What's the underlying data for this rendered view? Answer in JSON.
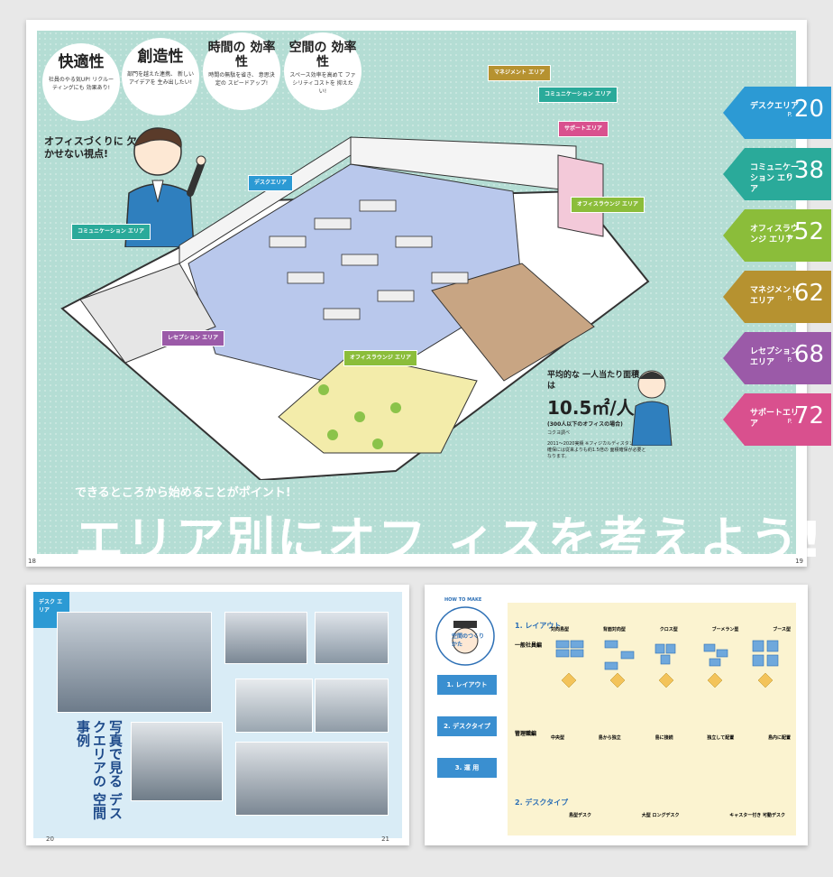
{
  "top_spread": {
    "bubbles": [
      {
        "title": "快適性",
        "text": "社員のやる気UP! リクルーティングにも 効果あり!"
      },
      {
        "title": "創造性",
        "text": "部門を越えた連携、 新しいアイデアを 生み出したい!"
      },
      {
        "title": "時間の 効率性",
        "text": "時間の無駄を省き、 意思決定の スピードアップ!"
      },
      {
        "title": "空間の 効率性",
        "text": "スペース効率を高めて ファシリティコストを 抑えたい!"
      }
    ],
    "viewpoint": "オフィスづくりに 欠かせない視点!",
    "tabs": [
      {
        "name": "デスクエリア",
        "page_prefix": "P.",
        "page": "20",
        "color": "#2c9ad4"
      },
      {
        "name": "コミュニケーション エリア",
        "page_prefix": "P.",
        "page": "38",
        "color": "#2aaa9a"
      },
      {
        "name": "オフィスラウンジ エリア",
        "page_prefix": "P.",
        "page": "52",
        "color": "#8bbd3a"
      },
      {
        "name": "マネジメント エリア",
        "page_prefix": "P.",
        "page": "62",
        "color": "#b69230"
      },
      {
        "name": "レセプション エリア",
        "page_prefix": "P.",
        "page": "68",
        "color": "#9b5aa8"
      },
      {
        "name": "サポートエリア",
        "page_prefix": "P.",
        "page": "72",
        "color": "#d9508e"
      }
    ],
    "flags": [
      {
        "label": "マネジメント エリア",
        "color": "#b69230"
      },
      {
        "label": "コミュニケーション エリア",
        "color": "#2aaa9a"
      },
      {
        "label": "サポートエリア",
        "color": "#d9508e"
      },
      {
        "label": "デスクエリア",
        "color": "#2c9ad4"
      },
      {
        "label": "オフィスラウンジ エリア",
        "color": "#8bbd3a"
      },
      {
        "label": "コミュニケーション エリア",
        "color": "#2aaa9a"
      },
      {
        "label": "レセプション エリア",
        "color": "#9b5aa8"
      },
      {
        "label": "オフィスラウンジ エリア",
        "color": "#8bbd3a"
      }
    ],
    "stat": {
      "heading": "平均的な 一人当たり面積は",
      "value": "10.5㎡/人",
      "note": "(300人以下のオフィスの場合)",
      "source": "コクヨ調べ",
      "footnote": "2011～2020実績 ※フィジカルディスタンスの 確保には従来よりも約1.5倍の 面積確保が必要となります。"
    },
    "subtitle": "できるところから始めることがポイント!",
    "title": "エリア別にオフ ィスを考えよう!",
    "page_left": "18",
    "page_right": "19"
  },
  "bottom_left": {
    "tag": "デスク エリア",
    "vertical_title": "写真で見る デスクエリアの 空間事例",
    "page_left": "20",
    "page_right": "21"
  },
  "bottom_right": {
    "how_to": "HOW TO MAKE",
    "question": "空間のつくりかた",
    "steps": [
      "1. レイアウト",
      "2. デスクタイプ",
      "3. 運 用"
    ],
    "section1": "1. レイアウト",
    "section2": "2. デスクタイプ",
    "layout_types": [
      "対向島型",
      "背面対向型",
      "クロス型",
      "ブーメラン型",
      "ブース型"
    ],
    "rows": [
      "一般社員編",
      "管理職編"
    ],
    "mgmt_types": [
      "中央型",
      "島から独立",
      "島に接続",
      "独立して配置",
      "島内に配置"
    ],
    "desk_types": [
      "島型デスク",
      "大型 ロングデスク",
      "キャスター付き 可動デスク"
    ]
  }
}
